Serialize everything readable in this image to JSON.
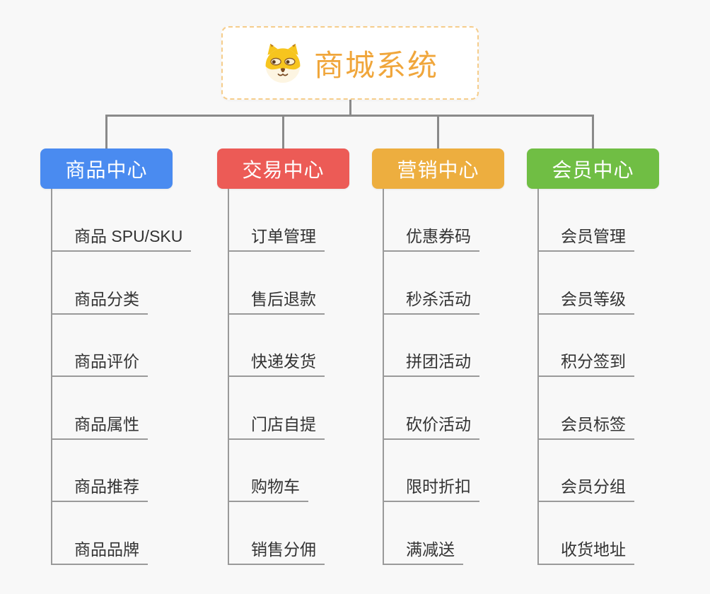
{
  "root": {
    "title": "商城系统",
    "icon": "dog-icon",
    "title_color": "#F0A63B",
    "border_color": "#F6CD8B"
  },
  "connector_color": "#8A8A8A",
  "background_color": "#F8F8F8",
  "branches": [
    {
      "label": "商品中心",
      "color": "#4A8BF0",
      "items": [
        "商品 SPU/SKU",
        "商品分类",
        "商品评价",
        "商品属性",
        "商品推荐",
        "商品品牌"
      ]
    },
    {
      "label": "交易中心",
      "color": "#EC5B56",
      "items": [
        "订单管理",
        "售后退款",
        "快递发货",
        "门店自提",
        "购物车",
        "销售分佣"
      ]
    },
    {
      "label": "营销中心",
      "color": "#EDAE3F",
      "items": [
        "优惠券码",
        "秒杀活动",
        "拼团活动",
        "砍价活动",
        "限时折扣",
        "满减送"
      ]
    },
    {
      "label": "会员中心",
      "color": "#70BE44",
      "items": [
        "会员管理",
        "会员等级",
        "积分签到",
        "会员标签",
        "会员分组",
        "收货地址"
      ]
    }
  ]
}
